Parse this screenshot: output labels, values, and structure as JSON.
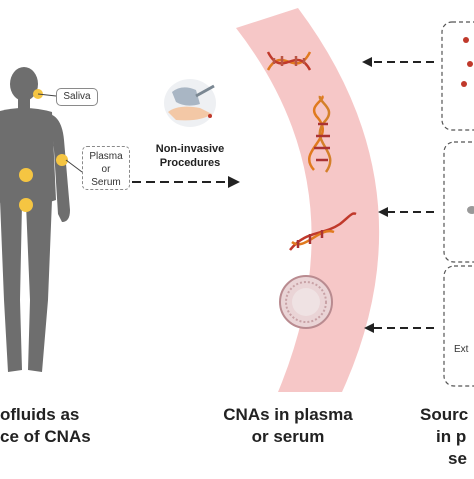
{
  "left": {
    "caption_line1": "ofluids as",
    "caption_line2": "ce of CNAs",
    "saliva_label": "Saliva",
    "plasma_label_1": "Plasma",
    "plasma_label_2": "or",
    "plasma_label_3": "Serum"
  },
  "procedure": {
    "line1": "Non-invasive",
    "line2": "Procedures"
  },
  "middle": {
    "caption_line1": "CNAs in plasma",
    "caption_line2": "or serum"
  },
  "right": {
    "caption_line1": "Sourc",
    "caption_line2": "in p",
    "caption_line3": "se",
    "ext_label": "Ext"
  },
  "colors": {
    "body": "#6e6e6e",
    "highlight": "#f5c542",
    "band": "#f6c7c7",
    "dna_orange": "#e07a1f",
    "dna_red": "#c0392b"
  }
}
